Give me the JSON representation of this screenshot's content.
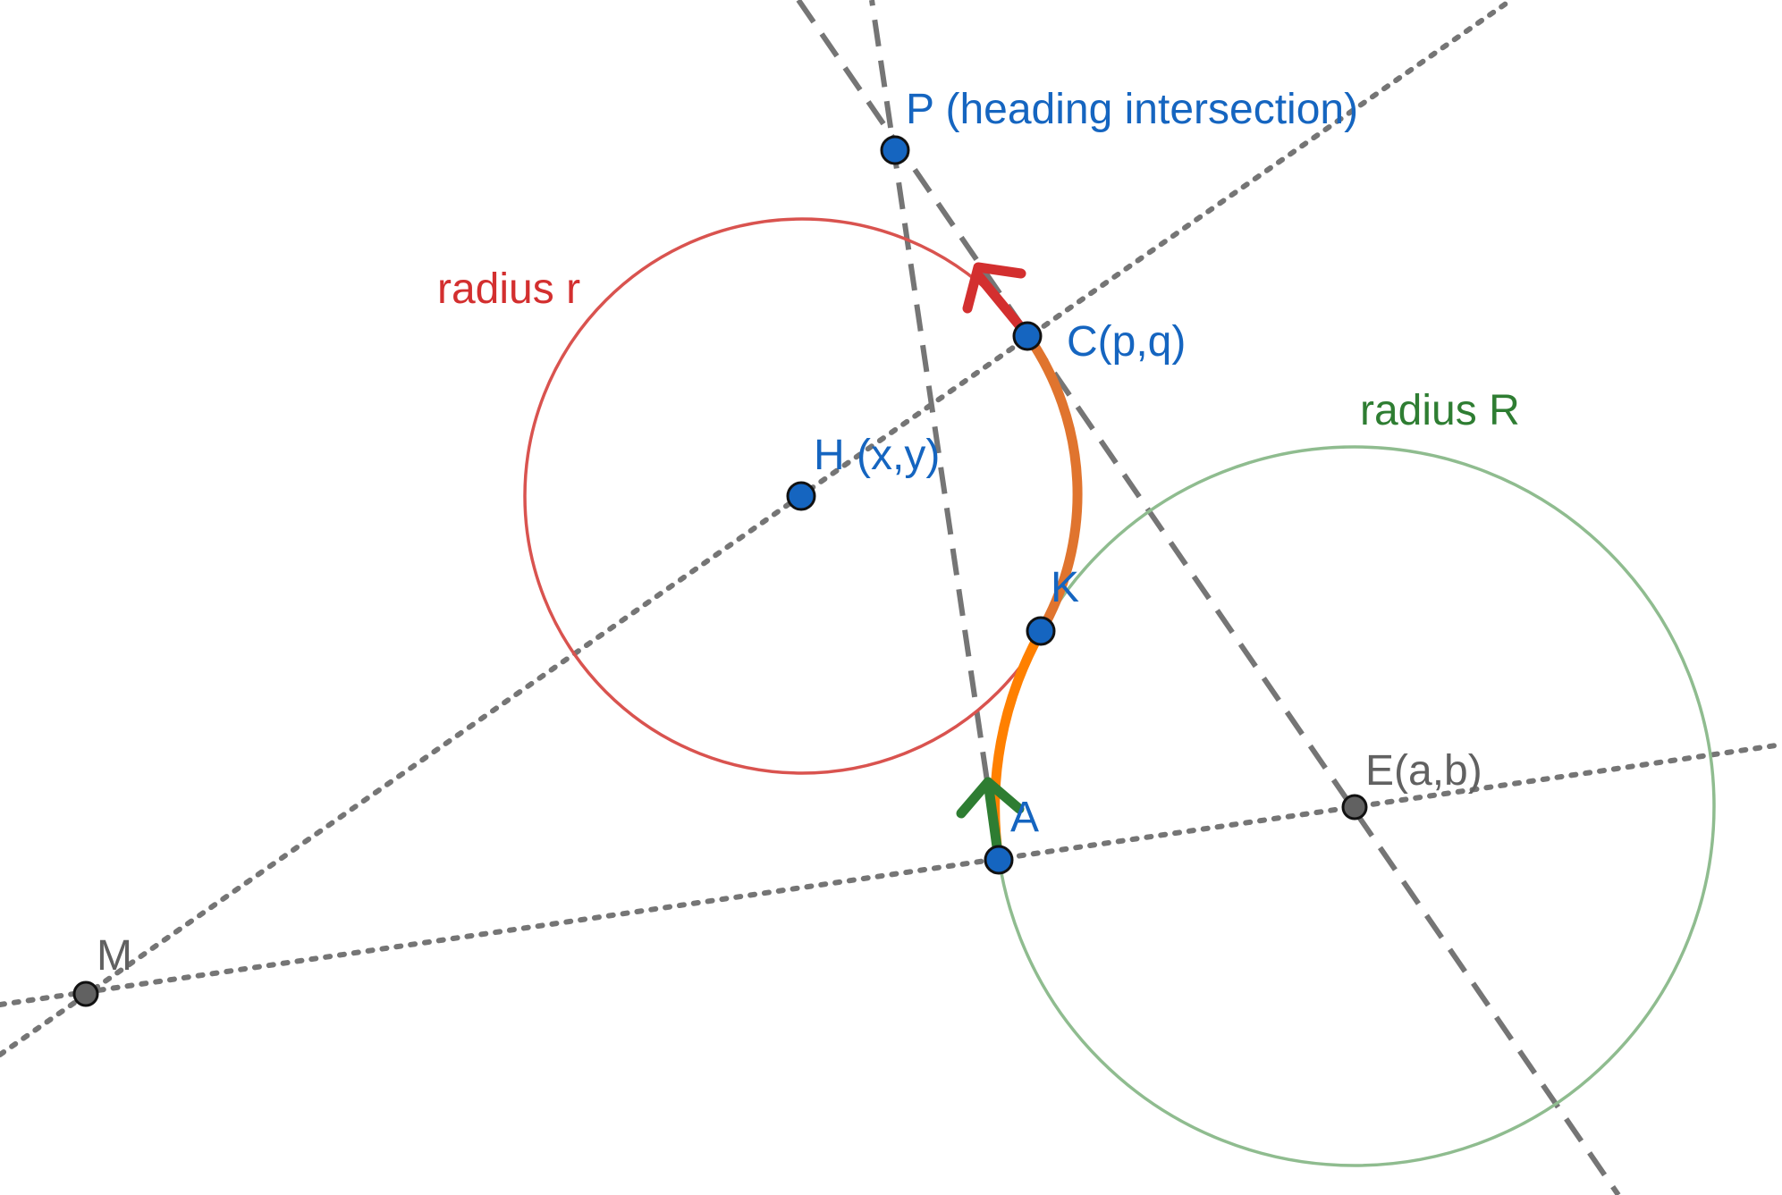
{
  "labels": {
    "P": "P (heading intersection)",
    "C": "C(p,q)",
    "H": "H (x,y)",
    "K": "K",
    "A": "A",
    "E": "E(a,b)",
    "M": "M",
    "radius_r": "radius r",
    "radius_R": "radius R"
  },
  "colors": {
    "label_blue": "#1565c0",
    "point_blue": "#1565c0",
    "point_gray": "#616161",
    "label_gray": "#616161",
    "circle_red": "#d9534f",
    "label_red": "#d32f2f",
    "circle_green": "#8fbc8f",
    "label_green": "#2e7d32",
    "arc_orange": "#ff8000",
    "arc_orange_dark": "#e0742e",
    "arrow_red": "#d32f2f",
    "arrow_green": "#2e7d32",
    "line_gray": "#757575"
  }
}
